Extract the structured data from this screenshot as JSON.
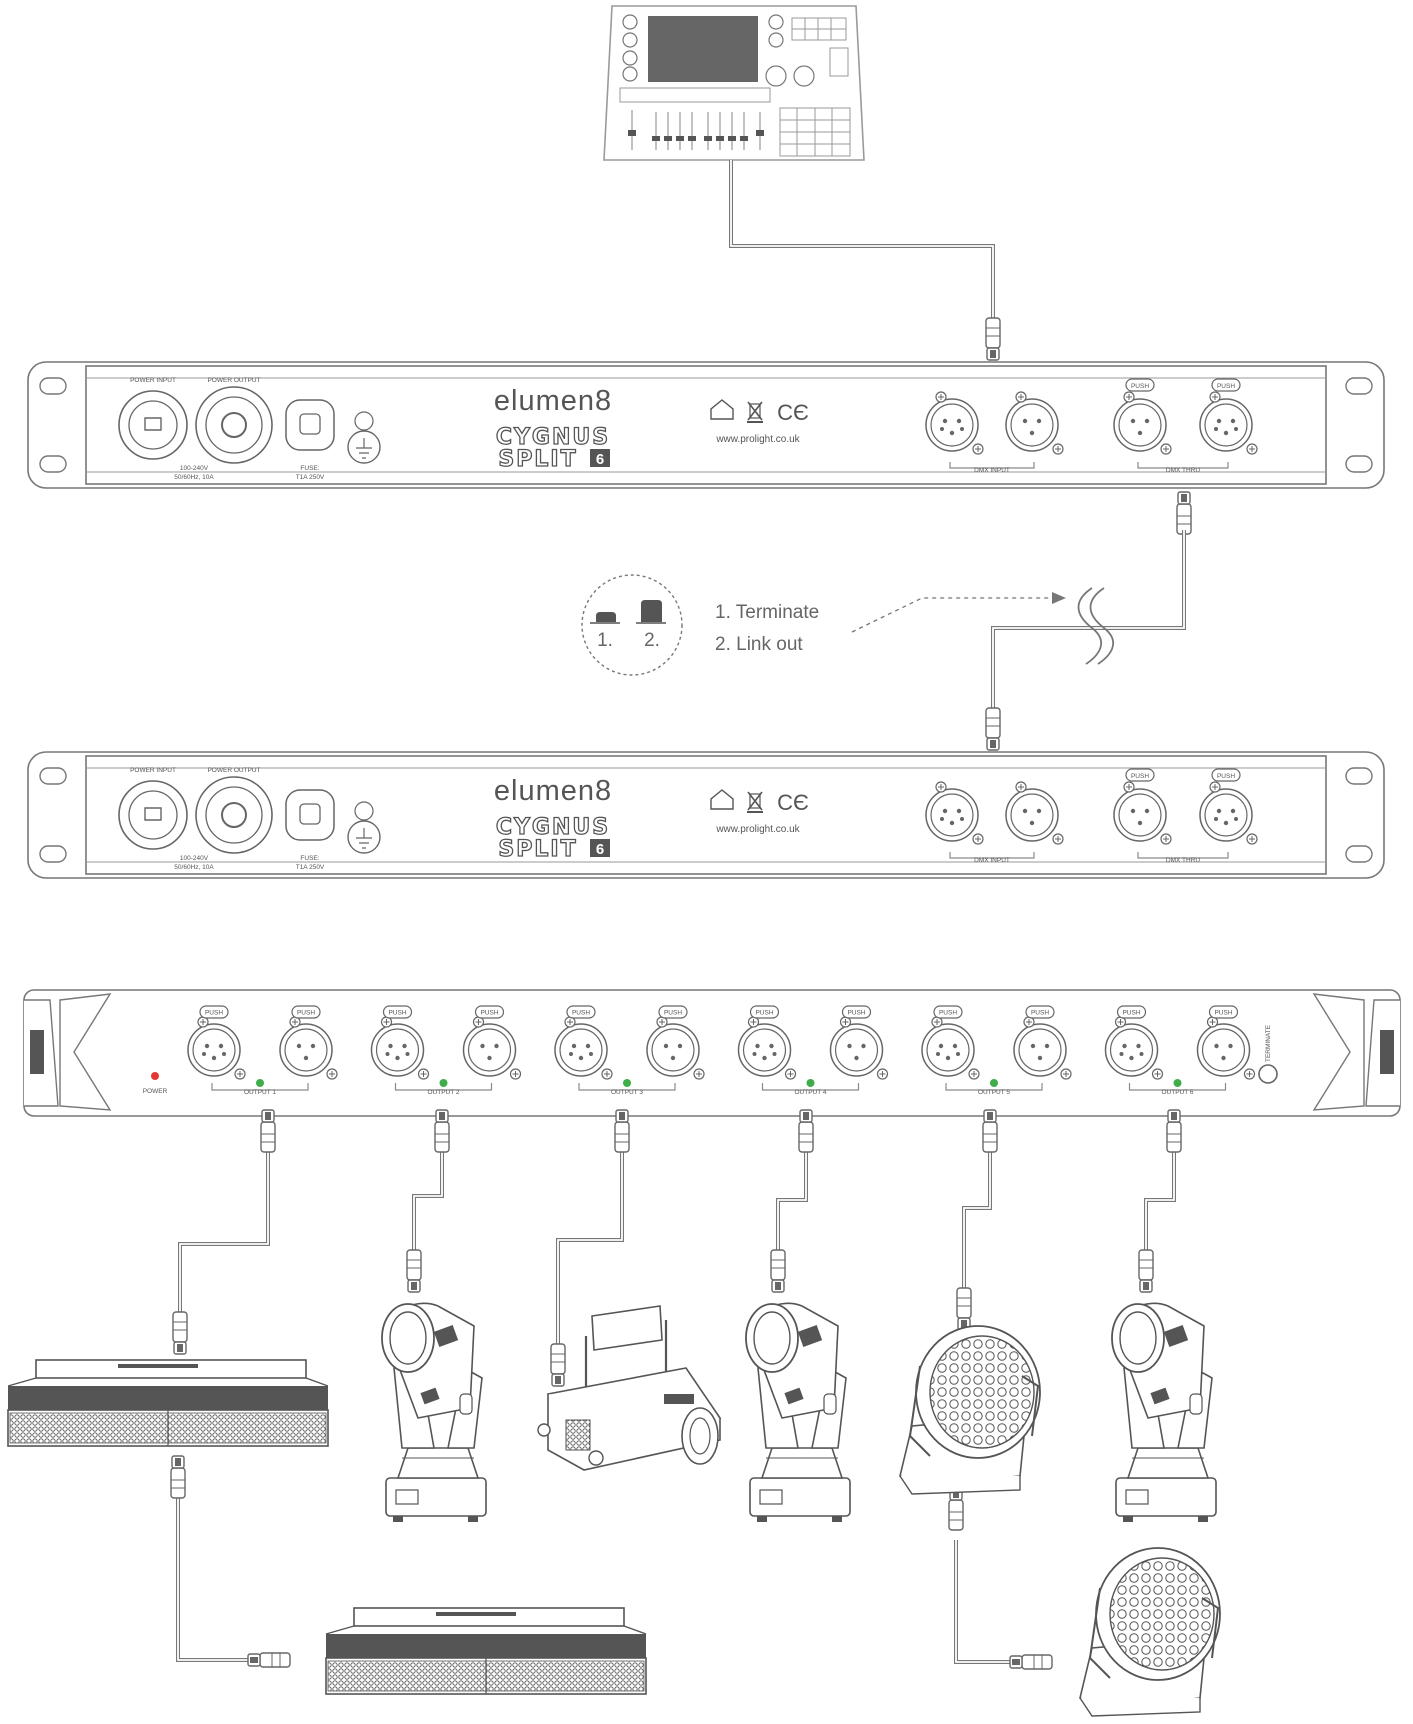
{
  "brand": {
    "name": "elumen8",
    "product_line1": "CYGNUS",
    "product_line2": "SPLIT",
    "product_num": "6",
    "url": "www.prolight.co.uk"
  },
  "rear_panel": {
    "power_input": "POWER INPUT",
    "power_output": "POWER OUTPUT",
    "voltage": "100-240V",
    "freq": "50/60Hz, 10A",
    "fuse_label": "FUSE:",
    "fuse_value": "T1A 250V",
    "dmx_input": "DMX INPUT",
    "dmx_thru": "DMX THRU",
    "push": "PUSH"
  },
  "legend": {
    "marker1": "1.",
    "marker2": "2.",
    "item1": "1. Terminate",
    "item2": "2. Link out"
  },
  "front_panel": {
    "power": "POWER",
    "terminate": "TERMINATE",
    "push": "PUSH",
    "outputs": [
      "OUTPUT 1",
      "OUTPUT 2",
      "OUTPUT 3",
      "OUTPUT 4",
      "OUTPUT 5",
      "OUTPUT 6"
    ]
  },
  "colors": {
    "line": "#777777",
    "led_green": "#3fae49",
    "led_red": "#e53935"
  },
  "icons": [
    "lighting-console-icon",
    "moving-head-icon",
    "led-bar-icon",
    "par-can-icon",
    "profile-spot-icon",
    "xlr-connector-icon",
    "home-icon",
    "weee-icon",
    "ce-mark-icon"
  ]
}
